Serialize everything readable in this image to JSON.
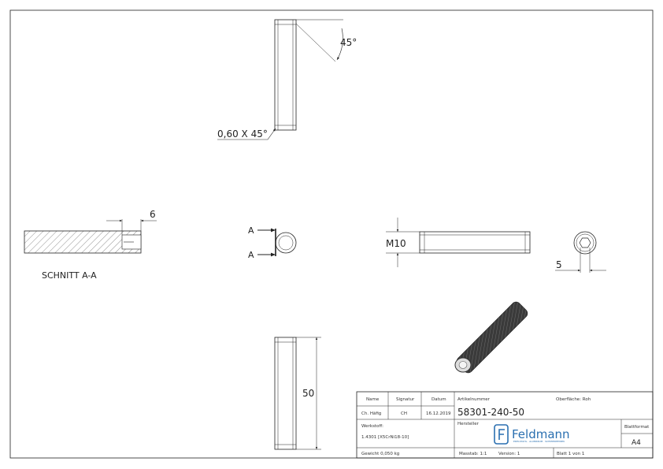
{
  "dimensions": {
    "chamfer_angle": "45°",
    "chamfer_spec": "0,60 X 45°",
    "section_offset": "6",
    "thread_size": "M10",
    "hex_socket": "5",
    "length": "50"
  },
  "labels": {
    "section_title": "SCHNITT A-A",
    "section_marker_top": "A",
    "section_marker_bottom": "A"
  },
  "title_block": {
    "headers": {
      "name": "Name",
      "signatur": "Signatur",
      "datum": "Datum",
      "artikelnummer": "Artikelnummer",
      "oberflaeche": "Oberfläche: Roh"
    },
    "values": {
      "name": "Ch. Häfig",
      "signatur": "CH",
      "datum": "16.12.2019",
      "artikelnummer": "58301-240-50"
    },
    "werkstoff_label": "Werkstoff:",
    "werkstoff_value": "1.4301 [X5CrNi18-10]",
    "hersteller_label": "Hersteller",
    "gewicht": "Gewicht 0,050 kg",
    "massstab": "Masstab: 1:1",
    "version": "Version: 1",
    "blatt": "Blatt 1 von 1",
    "blattformat_label": "Blattformat",
    "blattformat_value": "A4",
    "logo_text": "Feldmann",
    "logo_sub": "EDELSTAHL · ALUMINIUM · SCHMIEDEEISEN"
  },
  "colors": {
    "line": "#222222",
    "logo": "#2a6fb0",
    "render_dark": "#3a3a3a"
  }
}
